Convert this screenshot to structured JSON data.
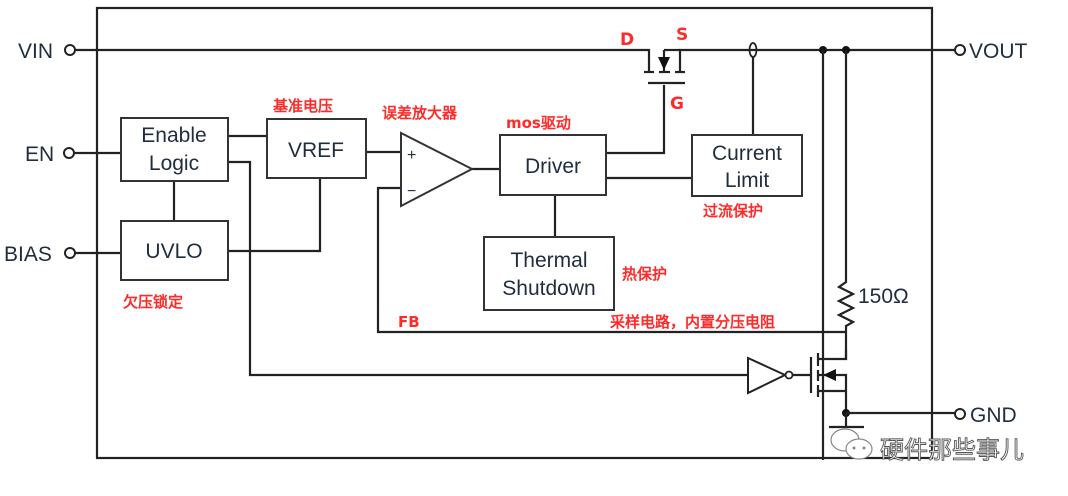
{
  "pins": {
    "vin": "VIN",
    "en": "EN",
    "bias": "BIAS",
    "vout": "VOUT",
    "gnd": "GND"
  },
  "blocks": {
    "enable_logic": [
      "Enable",
      "Logic"
    ],
    "vref": "VREF",
    "uvlo": "UVLO",
    "driver": "Driver",
    "current_limit": [
      "Current",
      "Limit"
    ],
    "thermal_shutdown": [
      "Thermal",
      "Shutdown"
    ]
  },
  "opamp": {
    "plus": "+",
    "minus": "−"
  },
  "resistor": {
    "value": "150Ω"
  },
  "mosfet": {
    "drain": "D",
    "source": "S",
    "gate": "G"
  },
  "annotations": {
    "vref_cn": "基准电压",
    "opamp_cn": "误差放大器",
    "driver_cn": "mos驱动",
    "current_limit_cn": "过流保护",
    "thermal_cn": "热保护",
    "uvlo_cn": "欠压锁定",
    "fb": "FB",
    "sampling_cn": "采样电路，内置分压电阻"
  },
  "watermark": {
    "text": "硬件那些事儿",
    "icon": "wechat-icon"
  },
  "colors": {
    "annotation": "#ff2a2a",
    "line": "#222222",
    "text": "#1f2d3d"
  }
}
